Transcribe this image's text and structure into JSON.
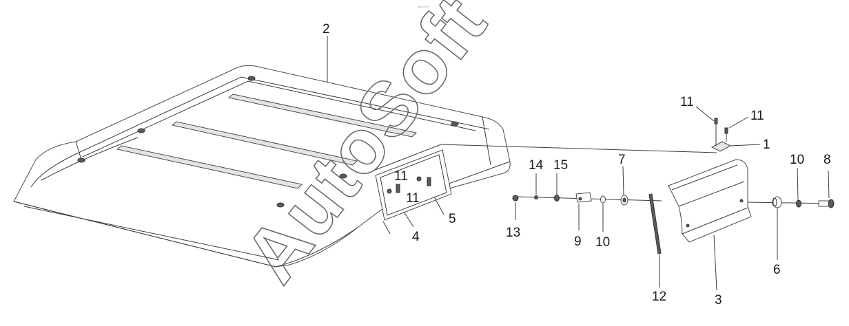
{
  "diagram": {
    "header_fragment": "ᵃᴬᵃ ᵐᵐᵐ",
    "watermark": "AutoSoft",
    "callouts": [
      {
        "id": "c2",
        "text": "2"
      },
      {
        "id": "c11a",
        "text": "11"
      },
      {
        "id": "c11b",
        "text": "11"
      },
      {
        "id": "c1",
        "text": "1"
      },
      {
        "id": "c10a",
        "text": "10"
      },
      {
        "id": "c8",
        "text": "8"
      },
      {
        "id": "c14",
        "text": "14"
      },
      {
        "id": "c15",
        "text": "15"
      },
      {
        "id": "c7",
        "text": "7"
      },
      {
        "id": "c11c",
        "text": "11"
      },
      {
        "id": "c11d",
        "text": "11"
      },
      {
        "id": "c5",
        "text": "5"
      },
      {
        "id": "c4",
        "text": "4"
      },
      {
        "id": "c13",
        "text": "13"
      },
      {
        "id": "c9",
        "text": "9"
      },
      {
        "id": "c10b",
        "text": "10"
      },
      {
        "id": "c6",
        "text": "6"
      },
      {
        "id": "c12",
        "text": "12"
      },
      {
        "id": "c3",
        "text": "3"
      }
    ]
  }
}
